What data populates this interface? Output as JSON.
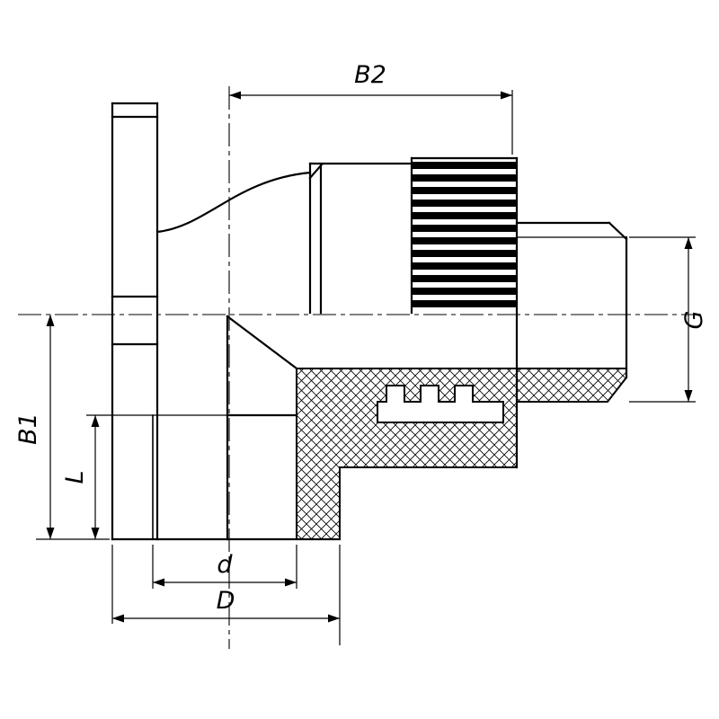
{
  "colors": {
    "background": "#ffffff",
    "line": "#000000"
  },
  "labels": {
    "top_width": "B2",
    "total_height": "B1",
    "socket_depth": "L",
    "inner_diameter": "d",
    "outer_diameter": "D",
    "thread_size": "G"
  }
}
